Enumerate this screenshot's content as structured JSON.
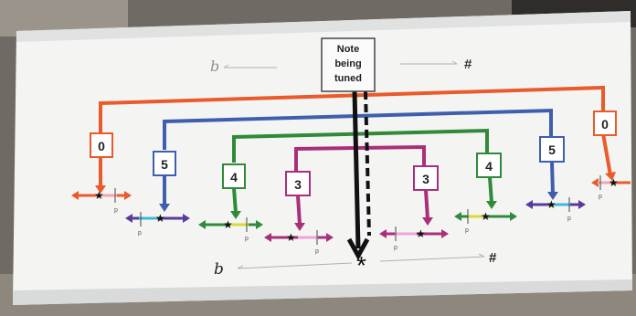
{
  "note_box": {
    "lines": [
      "Note",
      "being",
      "tuned"
    ]
  },
  "top_scale": {
    "flat": "b",
    "sharp": "#"
  },
  "bottom_scale": {
    "flat": "b",
    "sharp": "#",
    "center": "*"
  },
  "interval_boxes": [
    "0",
    "5",
    "4",
    "3",
    "3",
    "4",
    "5",
    "0"
  ],
  "colors": {
    "octave": "#ea5a2a",
    "fifth": "#3f5fae",
    "fourth": "#2f8a3a",
    "third": "#a8307a",
    "card": "#f7f8f6",
    "background": "#6f6a63"
  },
  "mini_scale_label": "p"
}
